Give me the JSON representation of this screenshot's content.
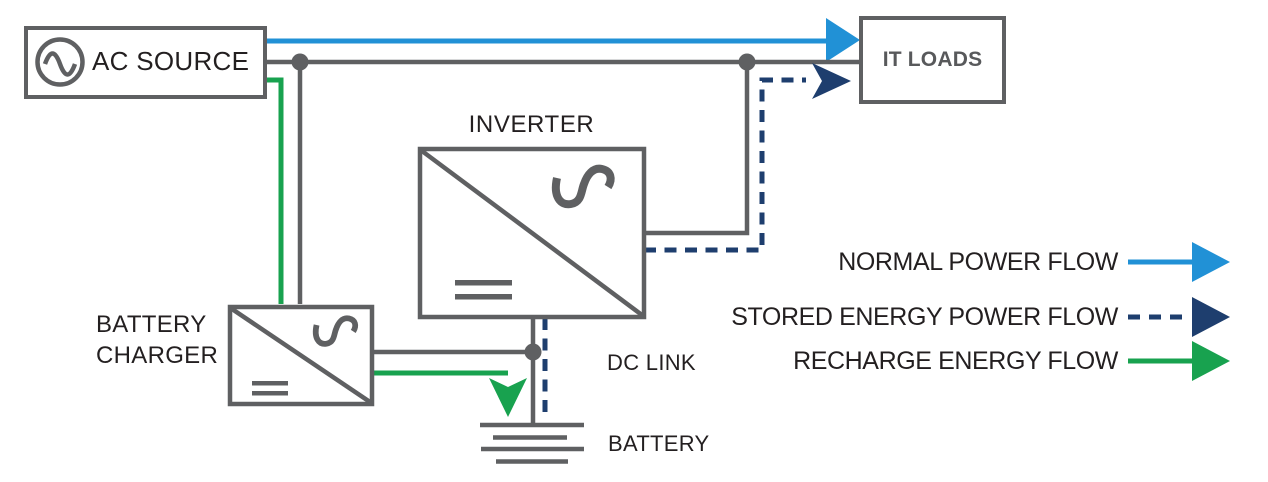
{
  "diagram": {
    "ac_source": "AC SOURCE",
    "it_loads": "IT LOADS",
    "inverter": "INVERTER",
    "battery_charger_line1": "BATTERY",
    "battery_charger_line2": "CHARGER",
    "dc_link": "DC LINK",
    "battery": "BATTERY"
  },
  "legend": {
    "normal": {
      "label": "NORMAL POWER FLOW",
      "line_style": "solid",
      "color": "#2191D6"
    },
    "stored": {
      "label": "STORED ENERGY POWER FLOW",
      "line_style": "dashed",
      "color": "#1E3E6E"
    },
    "recharge": {
      "label": "RECHARGE ENERGY FLOW",
      "line_style": "solid",
      "color": "#18A24F"
    }
  },
  "colors": {
    "line_gray": "#5F6062",
    "text": "#231F20",
    "it_loads_text": "#58595B",
    "normal_blue": "#2191D6",
    "stored_navy": "#1E3E6E",
    "recharge_green": "#18A24F",
    "background": "#FFFFFF"
  }
}
